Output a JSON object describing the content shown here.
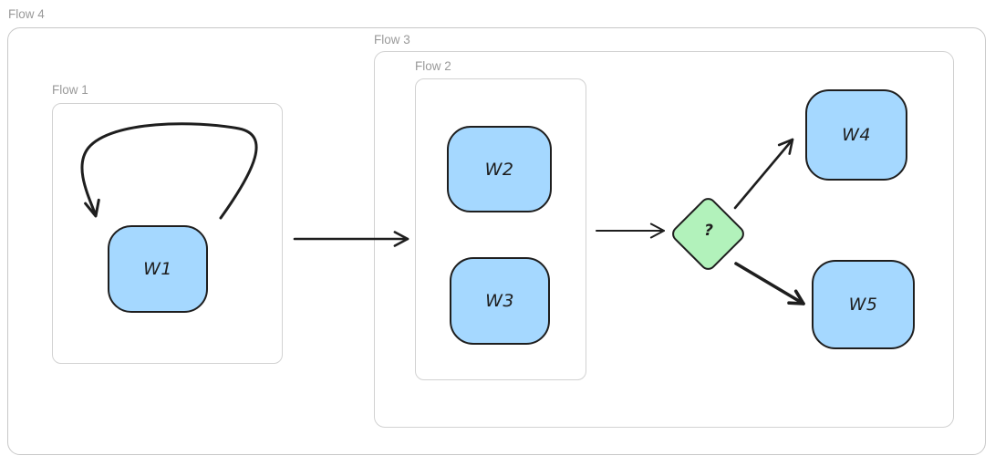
{
  "diagram": {
    "title": "workflow-flows-diagram",
    "background": "#ffffff",
    "groups": {
      "flow4": {
        "label": "Flow 4"
      },
      "flow3": {
        "label": "Flow 3"
      },
      "flow2": {
        "label": "Flow 2"
      },
      "flow1": {
        "label": "Flow 1"
      }
    },
    "nodes": {
      "w1": {
        "label": "W1",
        "type": "task",
        "fill": "#a5d8ff"
      },
      "w2": {
        "label": "W2",
        "type": "task",
        "fill": "#a5d8ff"
      },
      "w3": {
        "label": "W3",
        "type": "task",
        "fill": "#a5d8ff"
      },
      "w4": {
        "label": "W4",
        "type": "task",
        "fill": "#a5d8ff"
      },
      "w5": {
        "label": "W5",
        "type": "task",
        "fill": "#a5d8ff"
      },
      "decision": {
        "label": "?",
        "type": "decision",
        "fill": "#b2f2bb"
      }
    },
    "edges": [
      {
        "from": "w1",
        "to": "w1",
        "kind": "self-loop"
      },
      {
        "from": "flow1",
        "to": "flow2",
        "kind": "arrow"
      },
      {
        "from": "flow2",
        "to": "decision",
        "kind": "arrow"
      },
      {
        "from": "decision",
        "to": "w4",
        "kind": "arrow"
      },
      {
        "from": "decision",
        "to": "w5",
        "kind": "arrow"
      }
    ],
    "containment": {
      "flow4": [
        "flow1",
        "flow3"
      ],
      "flow3": [
        "flow2",
        "decision",
        "w4",
        "w5"
      ],
      "flow2": [
        "w2",
        "w3"
      ],
      "flow1": [
        "w1"
      ]
    },
    "colors": {
      "node_fill": "#a5d8ff",
      "decision_fill": "#b2f2bb",
      "shape_stroke": "#1e1e1e",
      "frame_border": "#d2d2d2",
      "frame_label": "#9a9a9a",
      "background": "#ffffff"
    }
  }
}
